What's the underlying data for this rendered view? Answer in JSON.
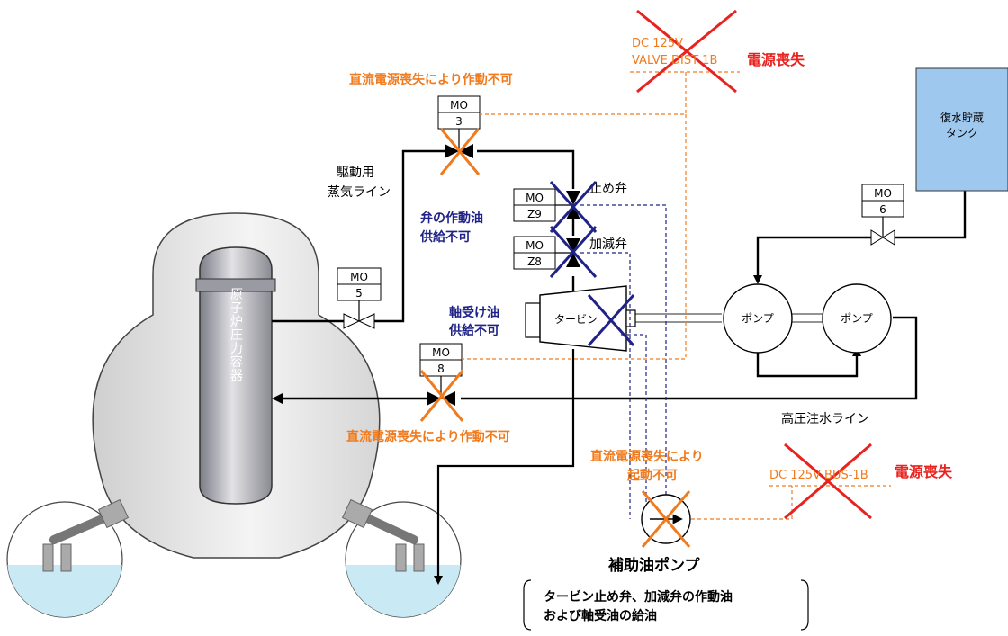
{
  "dc_valve_dist": {
    "line1": "DC 125V",
    "line2": "VALVE DIST 1B"
  },
  "power_loss_top": "電源喪失",
  "power_loss_bus": "電源喪失",
  "dc_bus": "DC 125V BUS-1B",
  "annot_mo3": "直流電源喪失により作動不可",
  "annot_mo8": "直流電源喪失により作動不可",
  "annot_pump": {
    "line1": "直流電源喪失により",
    "line2": "起動不可"
  },
  "annot_valve_oil": {
    "line1": "弁の作動油",
    "line2": "供給不可"
  },
  "annot_bearing_oil": {
    "line1": "軸受け油",
    "line2": "供給不可"
  },
  "steam_line": {
    "line1": "駆動用",
    "line2": "蒸気ライン"
  },
  "stop_valve": "止め弁",
  "governor_valve": "加減弁",
  "turbine": "タービン",
  "pump": "ポンプ",
  "pump2": "ポンプ",
  "tank": {
    "line1": "復水貯蔵",
    "line2": "タンク"
  },
  "injection_line": "高圧注水ライン",
  "rpv": "原子炉圧力容器",
  "aux_pump": "補助油ポンプ",
  "aux_note": {
    "line1": "タービン止め弁、加減弁の作動油",
    "line2": "および軸受油の給油"
  },
  "valves": {
    "mo3": {
      "a": "MO",
      "b": "3"
    },
    "mo5": {
      "a": "MO",
      "b": "5"
    },
    "mo6": {
      "a": "MO",
      "b": "6"
    },
    "mo8": {
      "a": "MO",
      "b": "8"
    },
    "z9": {
      "a": "MO",
      "b": "Z9"
    },
    "z8": {
      "a": "MO",
      "b": "Z8"
    }
  },
  "colors": {
    "orange": "#f07b1e",
    "red": "#e8221f",
    "navy": "#1f2387",
    "tank": "#9fc8ee",
    "water": "#c9eaf4"
  }
}
